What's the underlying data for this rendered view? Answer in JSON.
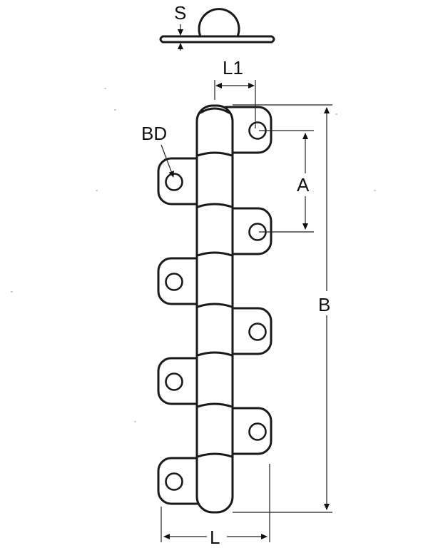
{
  "diagram": {
    "labels": {
      "s": "S",
      "l1": "L1",
      "bd": "BD",
      "a": "A",
      "b": "B",
      "l": "L"
    }
  }
}
